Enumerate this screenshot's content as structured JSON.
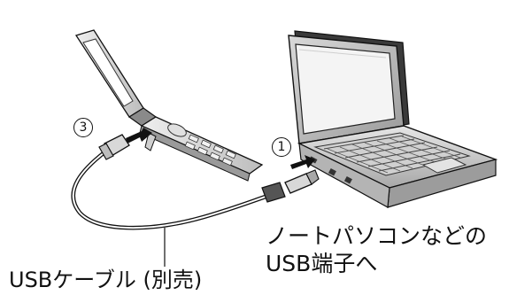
{
  "labels": {
    "cable": "USBケーブル (別売)",
    "destination_line1": "ノートパソコンなどの",
    "destination_line2": "USB端子へ"
  },
  "steps": {
    "phone_side": "3",
    "pc_side": "1"
  }
}
